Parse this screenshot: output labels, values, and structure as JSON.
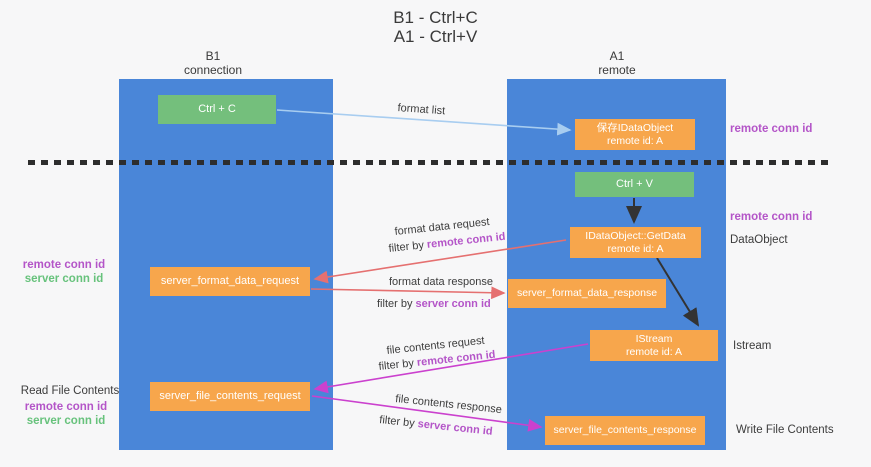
{
  "title": {
    "line1": "B1 - Ctrl+C",
    "line2": "A1 - Ctrl+V"
  },
  "columns": {
    "left": {
      "name": "B1",
      "role": "connection"
    },
    "right": {
      "name": "A1",
      "role": "remote"
    }
  },
  "nodes": {
    "ctrl_c": "Ctrl + C",
    "ctrl_v": "Ctrl + V",
    "save_dataobject": {
      "line1": "保存IDataObject",
      "line2": "remote id: A"
    },
    "getdata": {
      "line1": "IDataObject::GetData",
      "line2": "remote id: A"
    },
    "istream": {
      "line1": "IStream",
      "line2": "remote id: A"
    },
    "server_format_data_request": "server_format_data_request",
    "server_format_data_response": "server_format_data_response",
    "server_file_contents_request": "server_file_contents_request",
    "server_file_contents_response": "server_file_contents_response"
  },
  "flow_labels": {
    "format_list": "format list",
    "format_data_request": "format data request",
    "format_data_response": "format data response",
    "file_contents_request": "file contents request",
    "file_contents_response": "file contents response",
    "filter_by": "filter by",
    "remote_conn_id": "remote conn id",
    "server_conn_id": "server conn id"
  },
  "side_labels": {
    "remote_conn_id_top_right": "remote conn id",
    "remote_conn_id_mid_right": "remote conn id",
    "dataobject": "DataObject",
    "istream": "Istream",
    "write_file_contents": "Write File Contents",
    "remote_conn_id_mid_left": "remote conn id",
    "server_conn_id_mid_left": "server conn id",
    "read_file_contents": "Read File Contents",
    "remote_conn_id_bottom_left": "remote conn id",
    "server_conn_id_bottom_left": "server conn id"
  },
  "colors": {
    "lifeline_blue": "#4a86d8",
    "node_green": "#74bf7c",
    "node_orange": "#f7a64c",
    "label_purple": "#b455c8",
    "label_green": "#67c27c",
    "arrow_salmon": "#e57070",
    "arrow_magenta": "#cb41ce",
    "arrow_lightblue": "#a8cdf0",
    "arrow_black": "#333333",
    "dash_line": "#2d2d2d",
    "background": "#f7f7f8"
  }
}
